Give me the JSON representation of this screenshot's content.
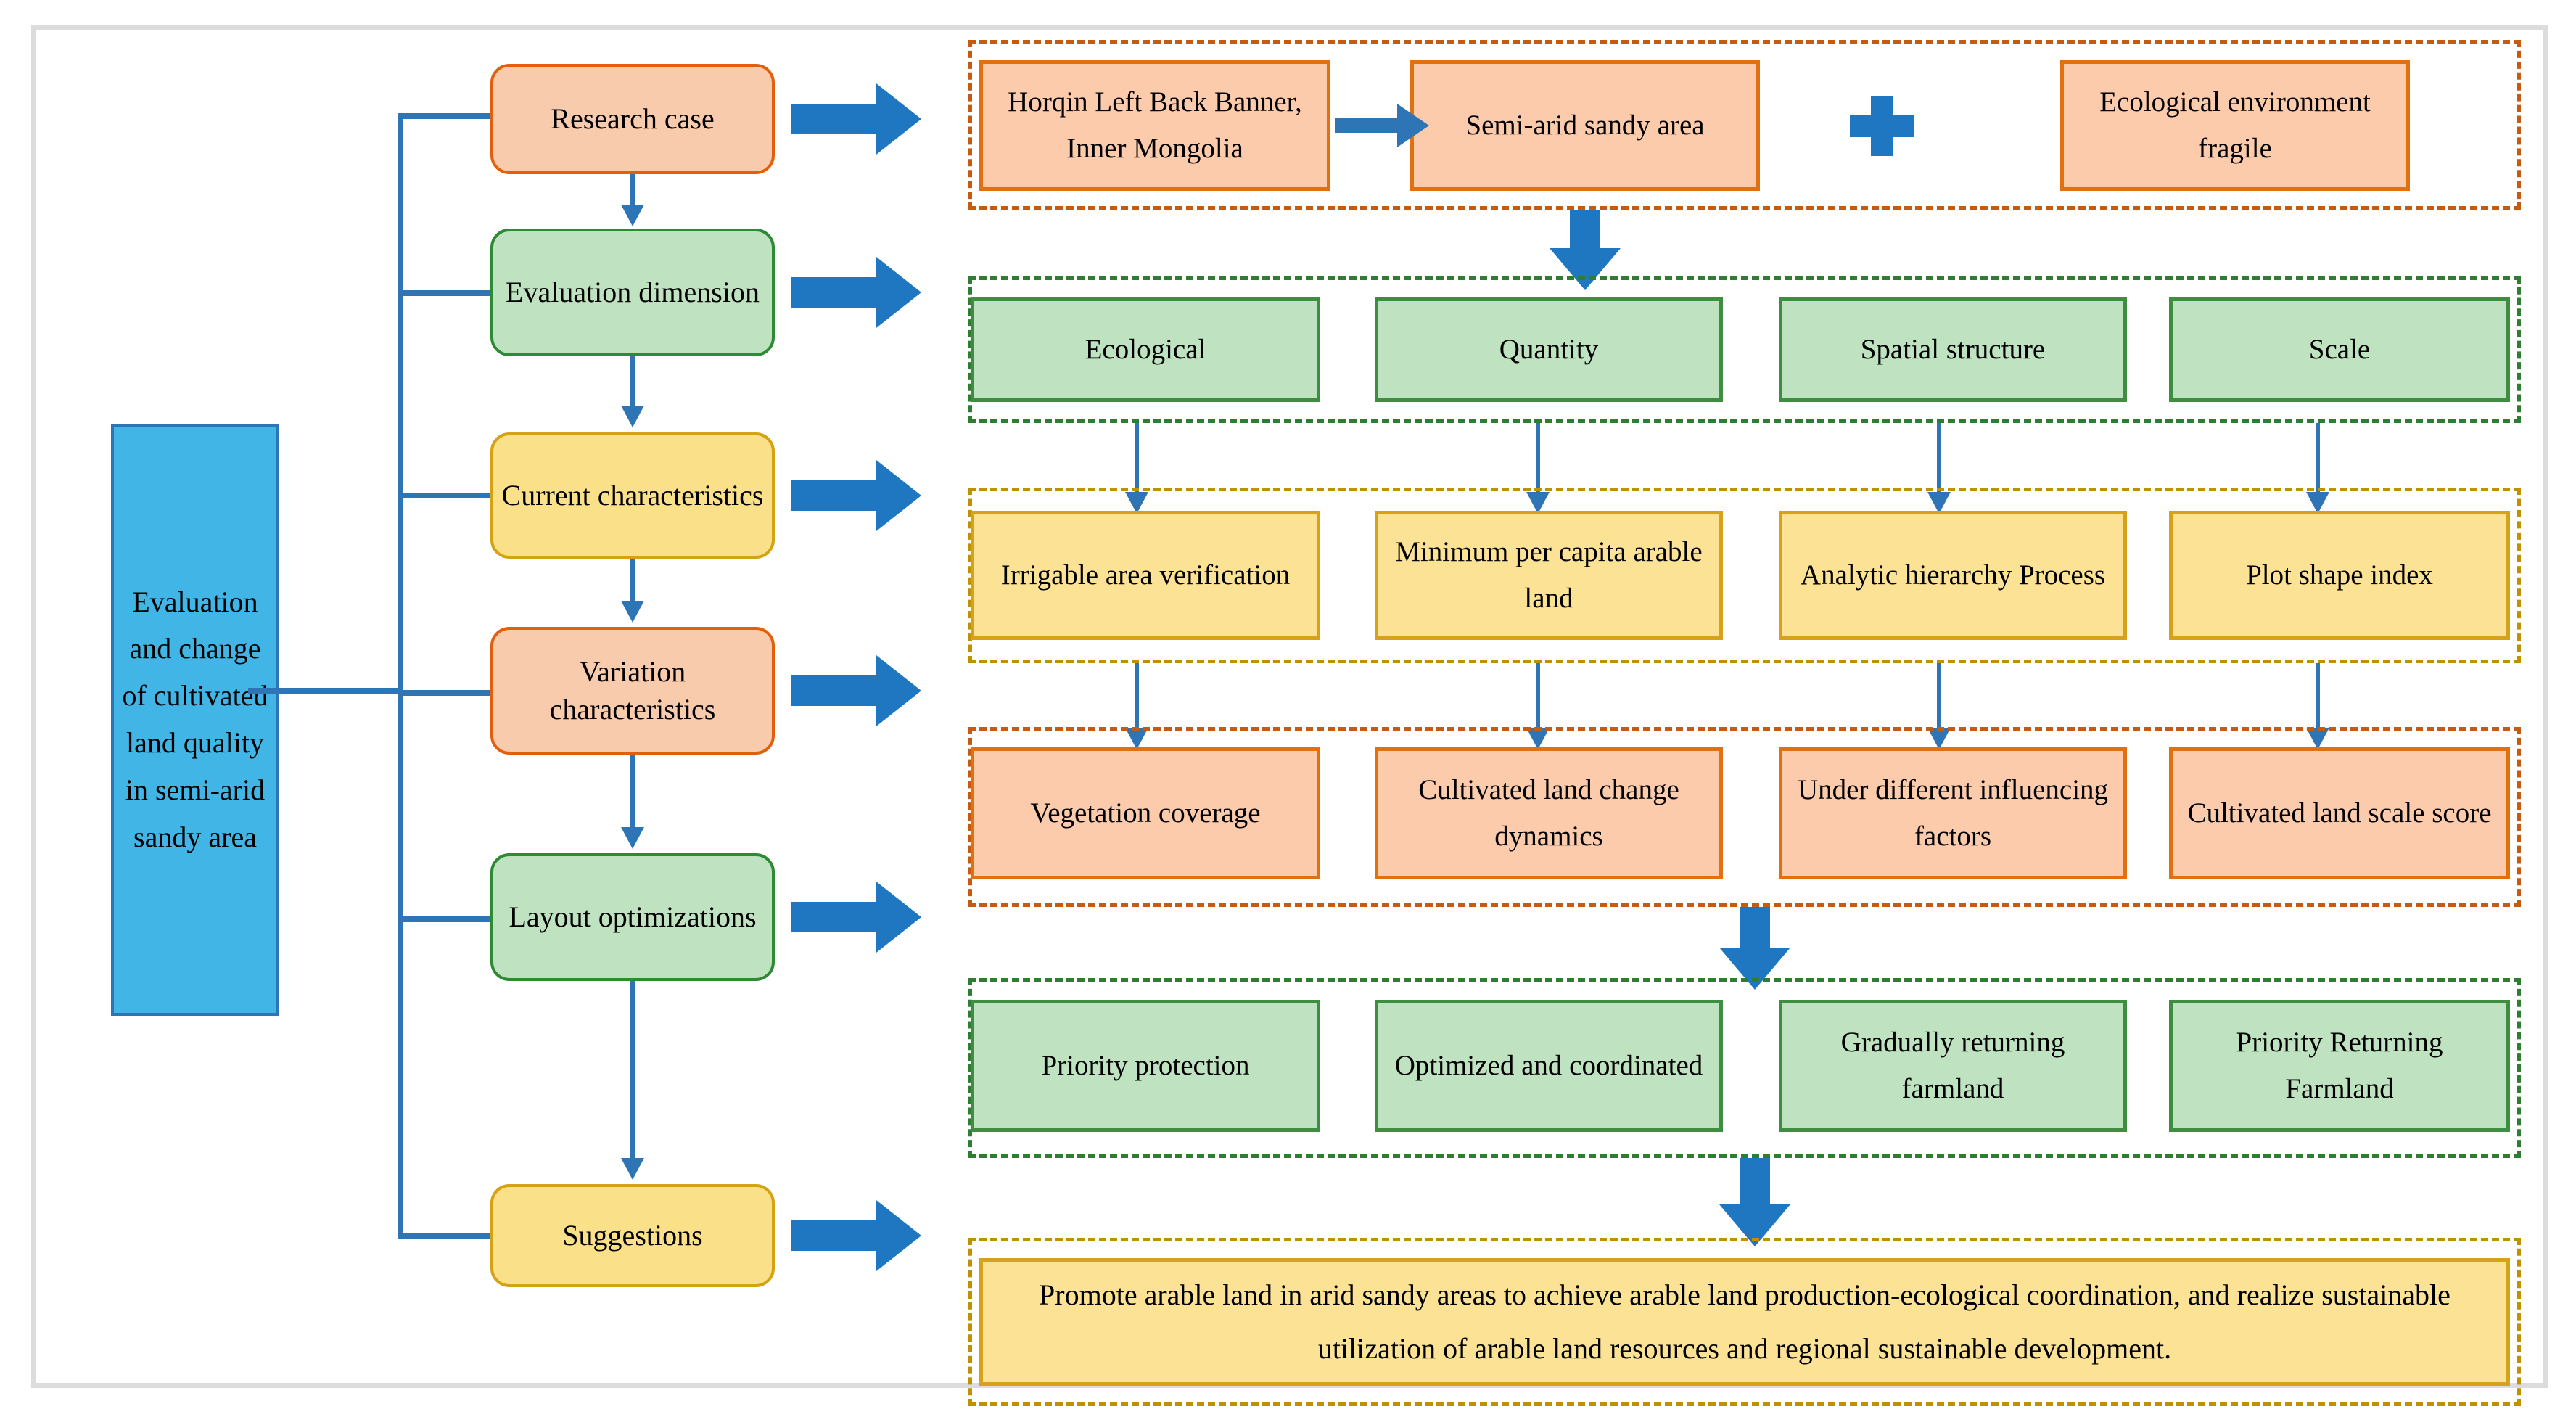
{
  "diagram": {
    "root": {
      "label": "Evaluation and change of cultivated land quality in semi-arid sandy area"
    },
    "stages": [
      {
        "label": "Research case",
        "color": "orange"
      },
      {
        "label": "Evaluation dimension",
        "color": "green"
      },
      {
        "label": "Current characteristics",
        "color": "yellow"
      },
      {
        "label": "Variation characteristics",
        "color": "orange"
      },
      {
        "label": "Layout optimizations",
        "color": "green"
      },
      {
        "label": "Suggestions",
        "color": "yellow"
      }
    ],
    "rows": [
      {
        "name": "research-case-row",
        "border_color": "#C55A11",
        "cells": [
          {
            "label": "Horqin Left Back Banner, Inner Mongolia"
          },
          {
            "label": "Semi-arid sandy area"
          },
          {
            "label": "Ecological environment fragile"
          }
        ]
      },
      {
        "name": "evaluation-dimension-row",
        "border_color": "#2E7D32",
        "cells": [
          {
            "label": "Ecological"
          },
          {
            "label": "Quantity"
          },
          {
            "label": "Spatial structure"
          },
          {
            "label": "Scale"
          }
        ]
      },
      {
        "name": "current-characteristics-row",
        "border_color": "#BF9000",
        "cells": [
          {
            "label": "Irrigable area verification"
          },
          {
            "label": "Minimum per capita arable land"
          },
          {
            "label": "Analytic hierarchy Process"
          },
          {
            "label": "Plot shape index"
          }
        ]
      },
      {
        "name": "variation-characteristics-row",
        "border_color": "#C55A11",
        "cells": [
          {
            "label": "Vegetation coverage"
          },
          {
            "label": "Cultivated land change dynamics"
          },
          {
            "label": "Under different influencing factors"
          },
          {
            "label": "Cultivated land scale score"
          }
        ]
      },
      {
        "name": "layout-optimizations-row",
        "border_color": "#2E7D32",
        "cells": [
          {
            "label": "Priority protection"
          },
          {
            "label": "Optimized and coordinated"
          },
          {
            "label": "Gradually returning farmland"
          },
          {
            "label": "Priority Returning Farmland"
          }
        ]
      },
      {
        "name": "suggestions-row",
        "border_color": "#BF9000",
        "cells": [
          {
            "label": "Promote arable land in arid sandy areas to achieve arable land production-ecological coordination, and realize sustainable utilization of arable land resources and regional sustainable development."
          }
        ]
      }
    ],
    "symbols": {
      "plus": "plus-symbol"
    },
    "colors": {
      "root_fill": "#41B6E6",
      "root_border": "#2E75B6",
      "orange_fill": "#FBCBAC",
      "orange_border": "#E2700E",
      "green_fill": "#BFE3C0",
      "green_border": "#3E8E41",
      "yellow_fill": "#FBE294",
      "yellow_border": "#D7A11A",
      "arrow": "#2E75B6",
      "fat_arrow": "#1F77C2"
    }
  }
}
